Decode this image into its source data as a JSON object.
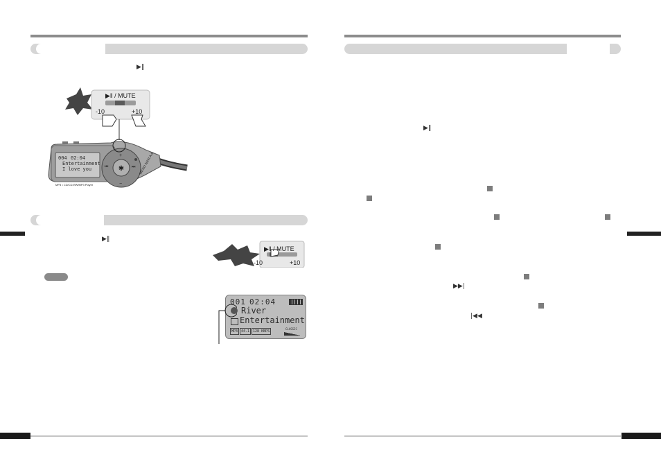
{
  "left_page": {
    "play_icon_1": "▶‖",
    "play_icon_2": "▶‖",
    "device": {
      "button_label": "▶‖ / MUTE",
      "minus_label": "-10",
      "plus_label": "+10",
      "screen": {
        "track": "004",
        "time": "02:04",
        "line1": "Entertainment",
        "line2": "I love you"
      },
      "model_text": "MP3 • CD/CD-RW/MP3 Player",
      "wheel_plus": "+",
      "wheel_minus": "−",
      "wheel_right": "⏭",
      "wheel_left": "⏮",
      "side_text": "MENU NAVI A-B"
    },
    "callout": {
      "button_label": "▶‖ / MUTE",
      "minus_label": "-10",
      "plus_label": "+10"
    },
    "lcd": {
      "track": "001",
      "time": "02:04",
      "line1": "River",
      "line2": "Entertainment",
      "indicator1": "MP3",
      "indicator2": "44.1",
      "indicator3": "128 KBPS",
      "eq": "CLASSIC"
    }
  },
  "right_page": {
    "play_icon": "▶‖",
    "ff_icon": "▶▶|",
    "rew_icon": "|◀◀"
  }
}
